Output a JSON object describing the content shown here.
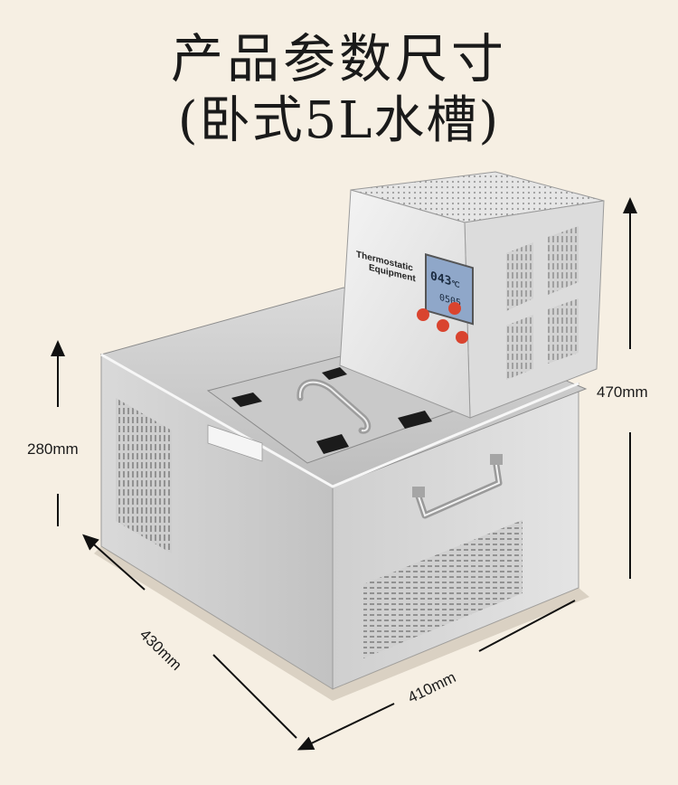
{
  "title": {
    "line1": "产品参数尺寸",
    "line2": "(卧式5L水槽)"
  },
  "dimensions": {
    "height_total": "470mm",
    "height_bath": "280mm",
    "depth": "430mm",
    "width": "410mm"
  },
  "control_panel": {
    "label_line1": "Thermostatic",
    "label_line2": "Equipment",
    "display_main": "043",
    "display_unit": "℃",
    "display_sub": "0505"
  },
  "colors": {
    "background": "#f6efe3",
    "steel": "#d3d3d3",
    "panel": "#efefef",
    "lcd": "#8fa7c9",
    "button_red": "#d9442f"
  }
}
